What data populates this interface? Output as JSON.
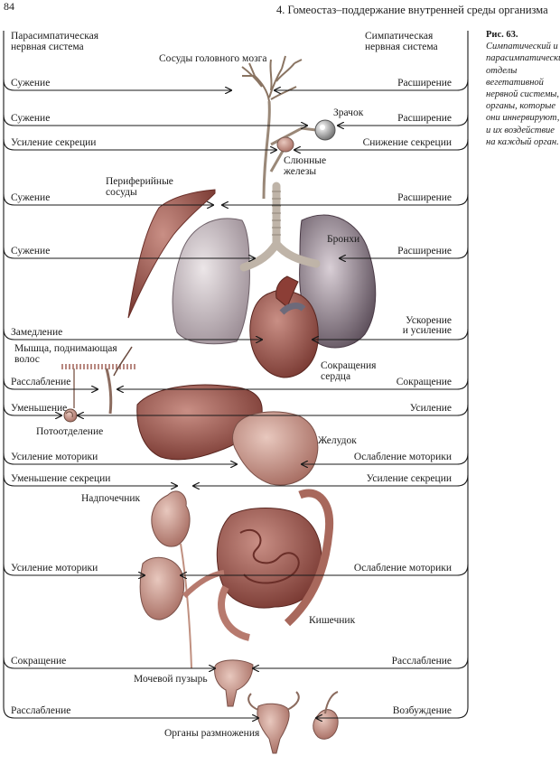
{
  "page_number": "84",
  "running_head": "4. Гомеостаз–поддержание внутренней среды организма",
  "columns": {
    "left": [
      "Парасимпатическая",
      "нервная система"
    ],
    "right": [
      "Симпатическая",
      "нервная система"
    ]
  },
  "caption": {
    "label": "Рис. 63.",
    "text": "Симпатический и парасимпатический отделы вегетативной нервной системы, органы, которые они иннервируют, и их воздействие на каждый орган."
  },
  "rows": [
    {
      "left": "Сужение",
      "right": "Расширение"
    },
    {
      "left": "Сужение",
      "right": "Расширение"
    },
    {
      "left": "Усиление секреции",
      "right": "Снижение секреции"
    },
    {
      "left": "Сужение",
      "right": "Расширение"
    },
    {
      "left": "Сужение",
      "right": "Расширение"
    },
    {
      "left": "Замедление",
      "right": "Ускорение и усиление"
    },
    {
      "left": "Расслабление",
      "right": "Сокращение"
    },
    {
      "left": "Уменьшение",
      "right": "Усиление"
    },
    {
      "left": "Усиление моторики",
      "right": "Ослабление моторики"
    },
    {
      "left": "Уменьшение секреции",
      "right": "Усиление секреции"
    },
    {
      "left": "Усиление моторики",
      "right": "Ослабление моторики"
    },
    {
      "left": "Сокращение",
      "right": "Расслабление"
    },
    {
      "left": "Расслабление",
      "right": "Возбуждение"
    }
  ],
  "organs": {
    "brain_vessels": "Сосуды головного мозга",
    "pupil": "Зрачок",
    "salivary": "Слюнные железы",
    "peripheral_vessels": "Периферийные сосуды",
    "bronchi": "Бронхи",
    "hair_muscle": "Мышца, поднимающая волос",
    "heart": "Сокращения сердца",
    "sweat": "Потоотделение",
    "stomach": "Желудок",
    "adrenal": "Надпочечник",
    "intestine": "Кишечник",
    "bladder": "Мочевой пузырь",
    "reproductive": "Органы размножения"
  }
}
